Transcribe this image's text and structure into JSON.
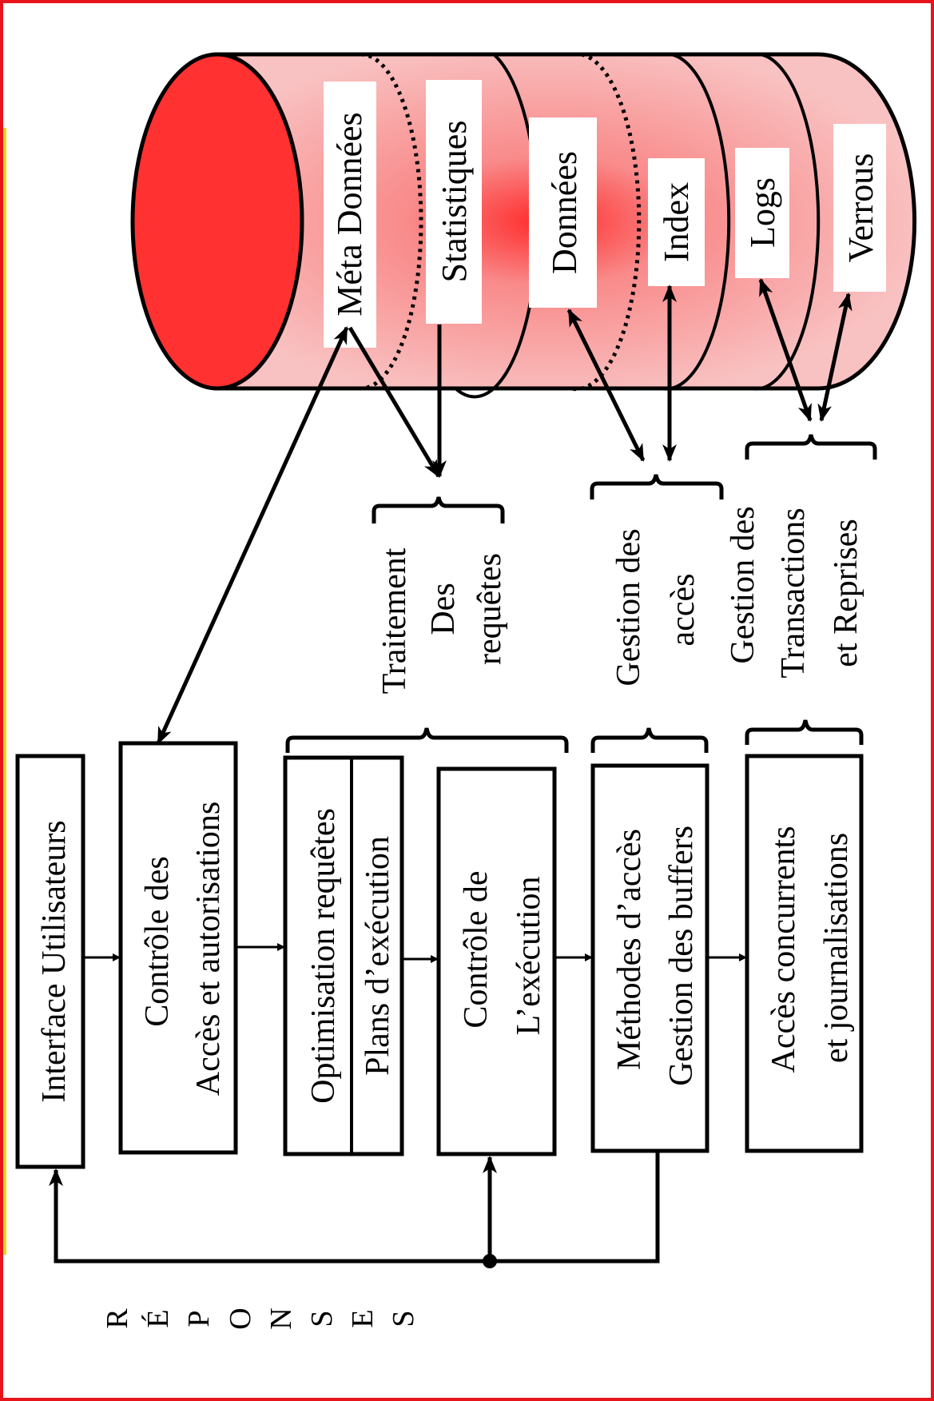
{
  "cylinder": {
    "sections": [
      "Méta Données",
      "Statistiques",
      "Données",
      "Index",
      "Logs",
      "Verrous"
    ]
  },
  "groups": {
    "traitement": [
      "Traitement",
      "Des",
      "requêtes"
    ],
    "acces": [
      "Gestion des",
      "accès"
    ],
    "transactions": [
      "Gestion des",
      "Transactions",
      "et Reprises"
    ]
  },
  "boxes": {
    "interface": [
      "Interface Utilisateurs"
    ],
    "controle_acces": [
      "Contrôle des",
      "Accès et autorisations"
    ],
    "optimisation": [
      "Optimisation requêtes"
    ],
    "plans": [
      "Plans d’exécution"
    ],
    "controle_execution": [
      "Contrôle de",
      "L’exécution"
    ],
    "methodes": [
      "Méthodes d’accès",
      "Gestion des buffers"
    ],
    "concurrents": [
      "Accès concurrents",
      "et journalisations"
    ]
  },
  "reponses": [
    "R",
    "É",
    "P",
    "O",
    "N",
    "S",
    "E",
    "S"
  ],
  "colors": {
    "frame": "#e8141c",
    "cylinder_face": "#ff3131",
    "cylinder_band": "#f7b7b7",
    "stroke": "#000000"
  }
}
